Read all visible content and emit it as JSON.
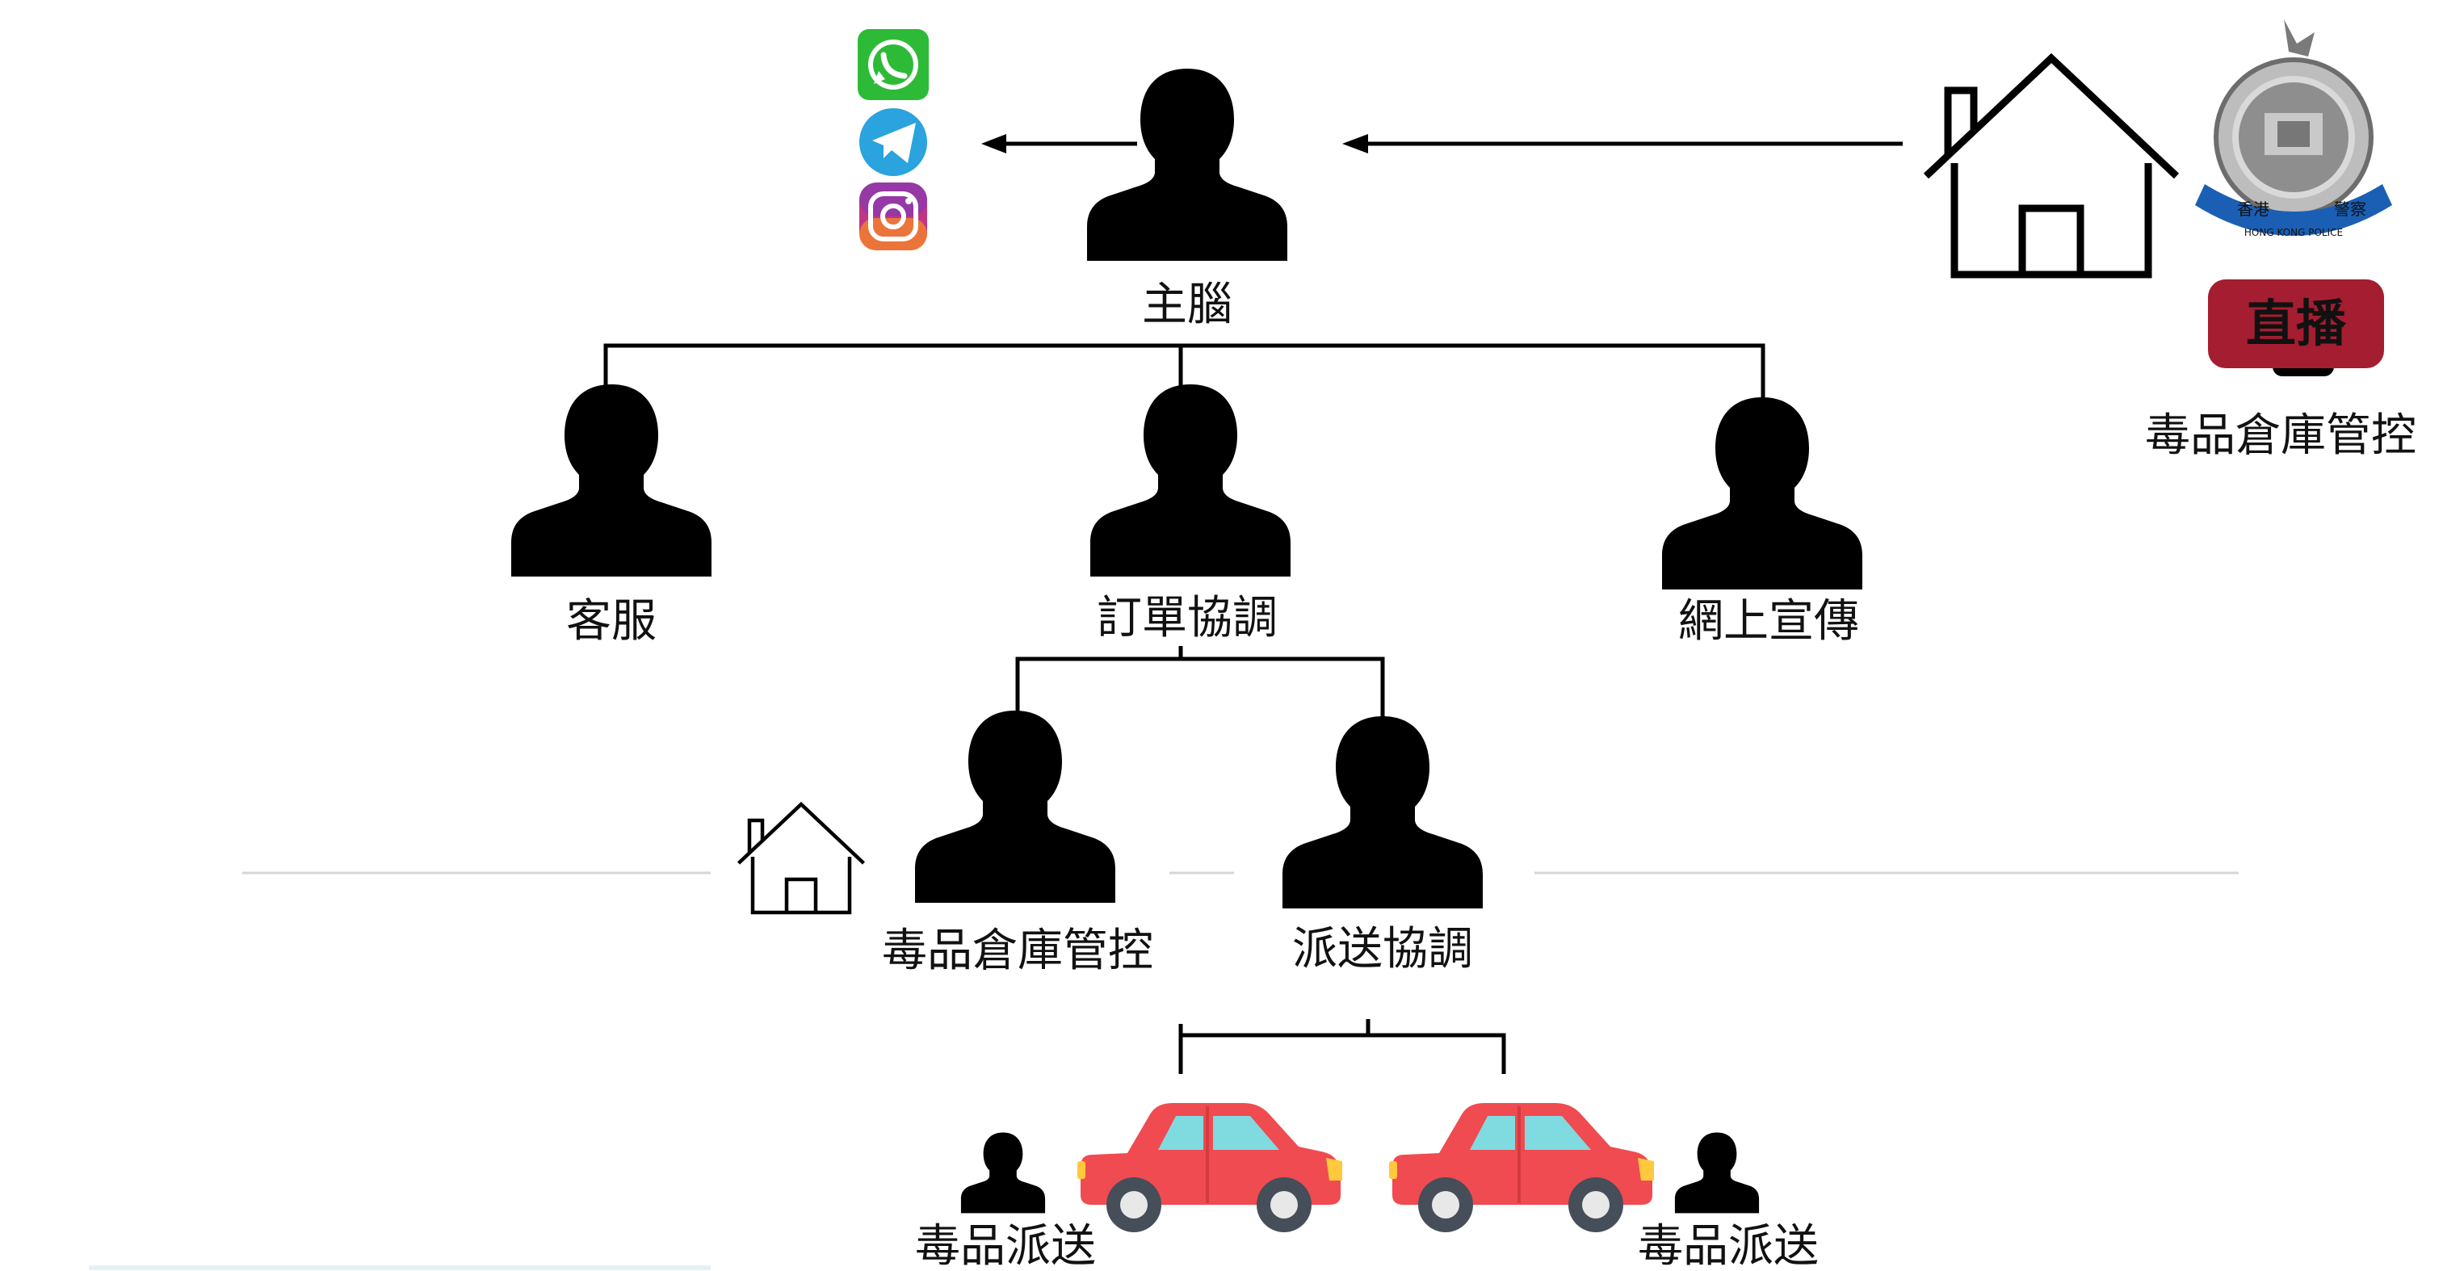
{
  "colors": {
    "silhouette": "#000000",
    "line": "#000000",
    "divider": "#d6d6d6",
    "whatsapp": "#2dbb37",
    "telegram": "#2aa3de",
    "live_badge": "#a51d30",
    "car_body": "#ef4b50",
    "car_window": "#7fdbe0",
    "car_tire": "#454e59",
    "police_badge_blue": "#1a5fb3"
  },
  "icons": {
    "messaging": [
      "whatsapp-icon",
      "telegram-icon",
      "instagram-icon"
    ],
    "warehouse": "house-icon",
    "police": "hong-kong-police-badge-icon",
    "vehicle": "car-icon"
  },
  "nodes": {
    "mastermind": "主腦",
    "customer_service": "客服",
    "order_coordination": "訂單協調",
    "online_promotion": "網上宣傳",
    "warehouse_control": "毒品倉庫管控",
    "delivery_coordination": "派送協調",
    "delivery_left": "毒品派送",
    "delivery_right": "毒品派送"
  },
  "police_panel": {
    "live_badge": "直播",
    "caption": "毒品倉庫管控",
    "badge_text": {
      "left": "香港",
      "right": "警察",
      "ribbon": "HONG KONG POLICE"
    }
  }
}
